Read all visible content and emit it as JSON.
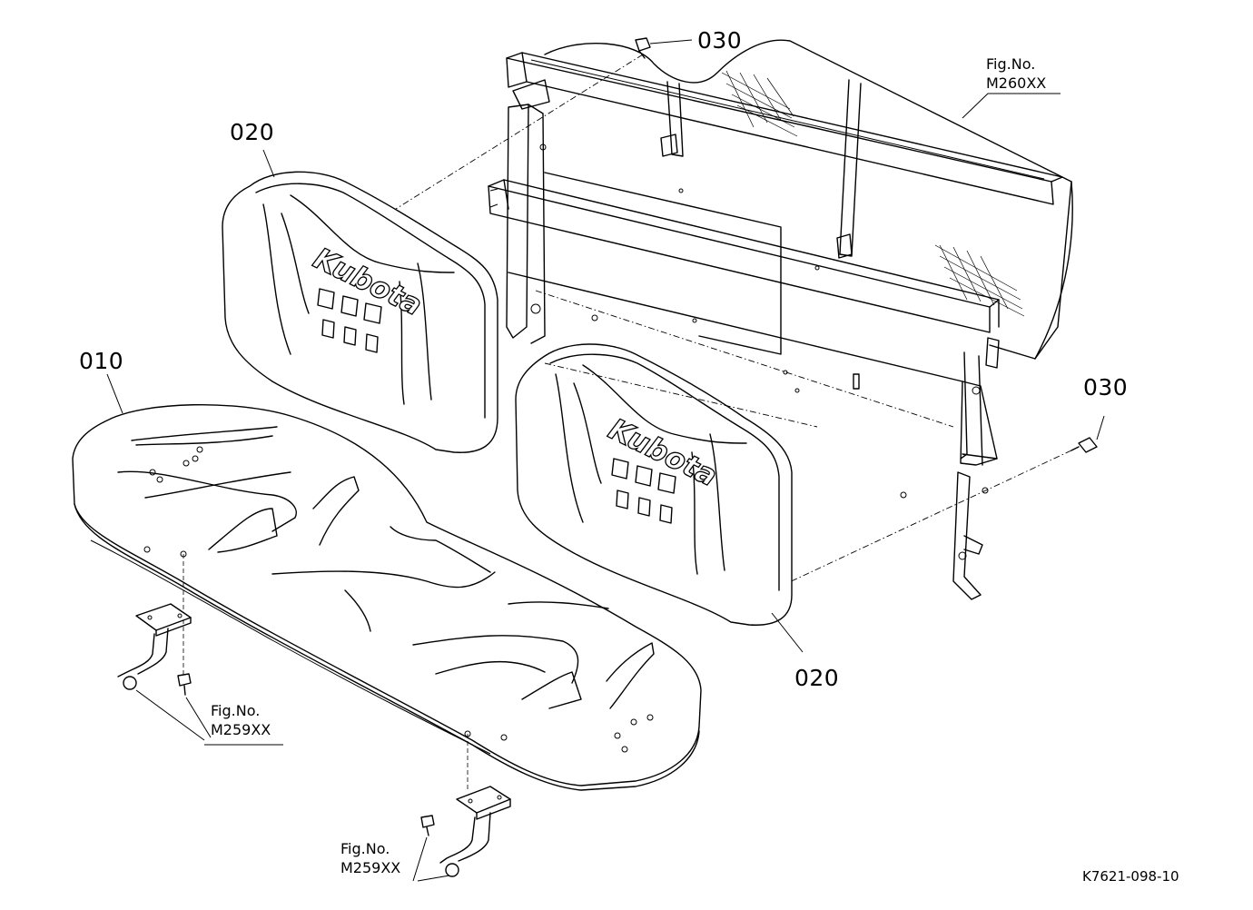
{
  "parts": [
    {
      "callout": "010",
      "name": "seat-cushion"
    },
    {
      "callout": "020",
      "name": "seat-backrest"
    },
    {
      "callout": "030",
      "name": "bolt"
    }
  ],
  "labels": {
    "bolt_top": "030",
    "bolt_right": "030",
    "backrest_left": "020",
    "backrest_right": "020",
    "cushion": "010"
  },
  "figure_refs": {
    "frame": {
      "line1": "Fig.No.",
      "line2": "M260XX"
    },
    "bracket_left": {
      "line1": "Fig.No.",
      "line2": "M259XX"
    },
    "bracket_bottom": {
      "line1": "Fig.No.",
      "line2": "M259XX"
    }
  },
  "brand_text": "Kubota",
  "drawing_code": "K7621-098-10"
}
